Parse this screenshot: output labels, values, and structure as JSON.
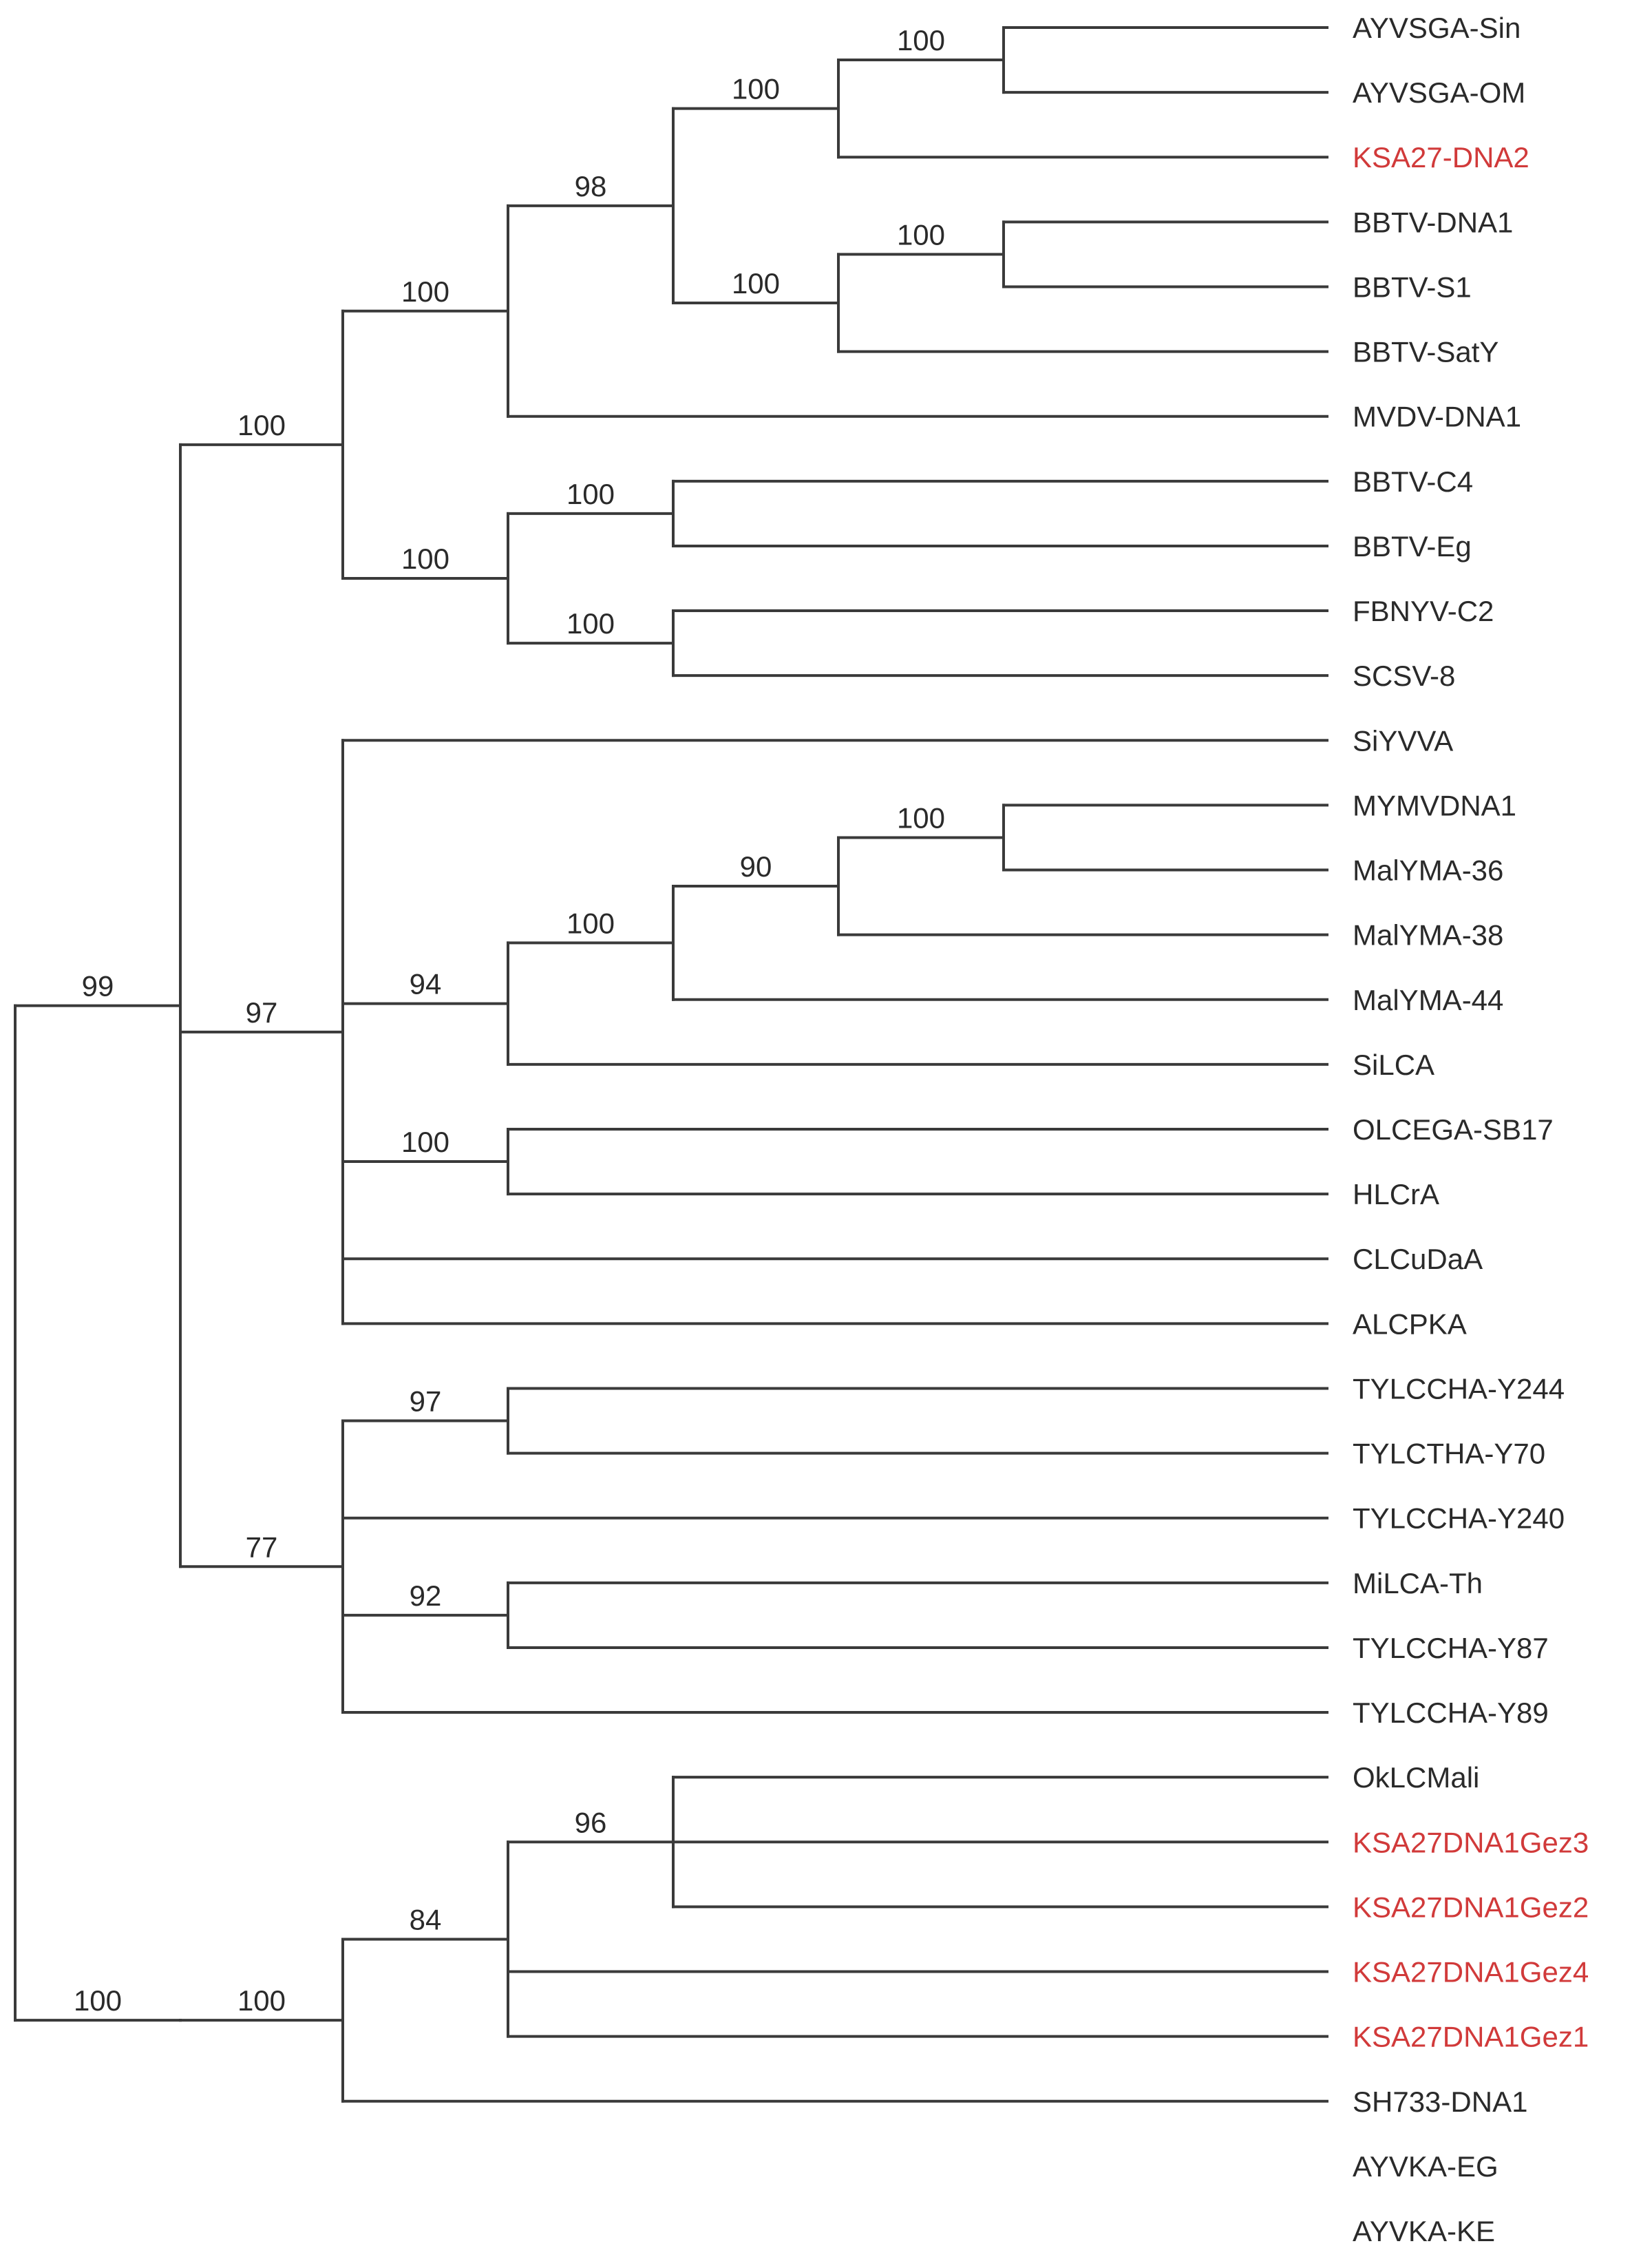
{
  "tree": {
    "leaves": [
      {
        "label": "AYVSGA-Sin",
        "highlight": false
      },
      {
        "label": "AYVSGA-OM",
        "highlight": false
      },
      {
        "label": "KSA27-DNA2",
        "highlight": true
      },
      {
        "label": "BBTV-DNA1",
        "highlight": false
      },
      {
        "label": "BBTV-S1",
        "highlight": false
      },
      {
        "label": "BBTV-SatY",
        "highlight": false
      },
      {
        "label": "MVDV-DNA1",
        "highlight": false
      },
      {
        "label": "BBTV-C4",
        "highlight": false
      },
      {
        "label": "BBTV-Eg",
        "highlight": false
      },
      {
        "label": "FBNYV-C2",
        "highlight": false
      },
      {
        "label": "SCSV-8",
        "highlight": false
      },
      {
        "label": "SiYVVA",
        "highlight": false
      },
      {
        "label": "MYMVDNA1",
        "highlight": false
      },
      {
        "label": "MalYMA-36",
        "highlight": false
      },
      {
        "label": "MalYMA-38",
        "highlight": false
      },
      {
        "label": "MalYMA-44",
        "highlight": false
      },
      {
        "label": "SiLCA",
        "highlight": false
      },
      {
        "label": "OLCEGA-SB17",
        "highlight": false
      },
      {
        "label": "HLCrA",
        "highlight": false
      },
      {
        "label": "CLCuDaA",
        "highlight": false
      },
      {
        "label": "ALCPKA",
        "highlight": false
      },
      {
        "label": "TYLCCHA-Y244",
        "highlight": false
      },
      {
        "label": "TYLCTHA-Y70",
        "highlight": false
      },
      {
        "label": "TYLCCHA-Y240",
        "highlight": false
      },
      {
        "label": "MiLCA-Th",
        "highlight": false
      },
      {
        "label": "TYLCCHA-Y87",
        "highlight": false
      },
      {
        "label": "TYLCCHA-Y89",
        "highlight": false
      },
      {
        "label": "OkLCMali",
        "highlight": false
      },
      {
        "label": "KSA27DNA1Gez3",
        "highlight": true
      },
      {
        "label": "KSA27DNA1Gez2",
        "highlight": true
      },
      {
        "label": "KSA27DNA1Gez4",
        "highlight": true
      },
      {
        "label": "KSA27DNA1Gez1",
        "highlight": true
      },
      {
        "label": "SH733-DNA1",
        "highlight": false
      },
      {
        "label": "AYVKA-EG",
        "highlight": false
      },
      {
        "label": "AYVKA-KE",
        "highlight": false
      }
    ],
    "highlight_color": "#d13a3a",
    "line_color": "#3a3a3a",
    "newick": "(((((((AYVSGA-Sin,AYVSGA-OM)100,KSA27-DNA2)100,((BBTV-DNA1,BBTV-S1)100,BBTV-SatY)100)98,MVDV-DNA1)100,((BBTV-C4,BBTV-Eg)100,(FBNYV-C2,SCSV-8)100)100)100,(SiYVVA,((((MYMVDNA1,MalYMA-36)100,MalYMA-38)90,MalYMA-44)100,SiLCA)94,(OLCEGA-SB17,HLCrA)100,CLCuDaA,ALCPKA)97,((TYLCCHA-Y244,TYLCTHA-Y70)97,TYLCCHA-Y240,(MiLCA-Th,TYLCCHA-Y87)92,TYLCCHA-Y89)77)99,((((OkLCMali,KSA27DNA1Gez3,KSA27DNA1Gez2)96,KSA27DNA1Gez4,KSA27DNA1Gez1)84,SH733-DNA1)100)100)100,AYVKA-EG,AYVKA-KE)"
  }
}
